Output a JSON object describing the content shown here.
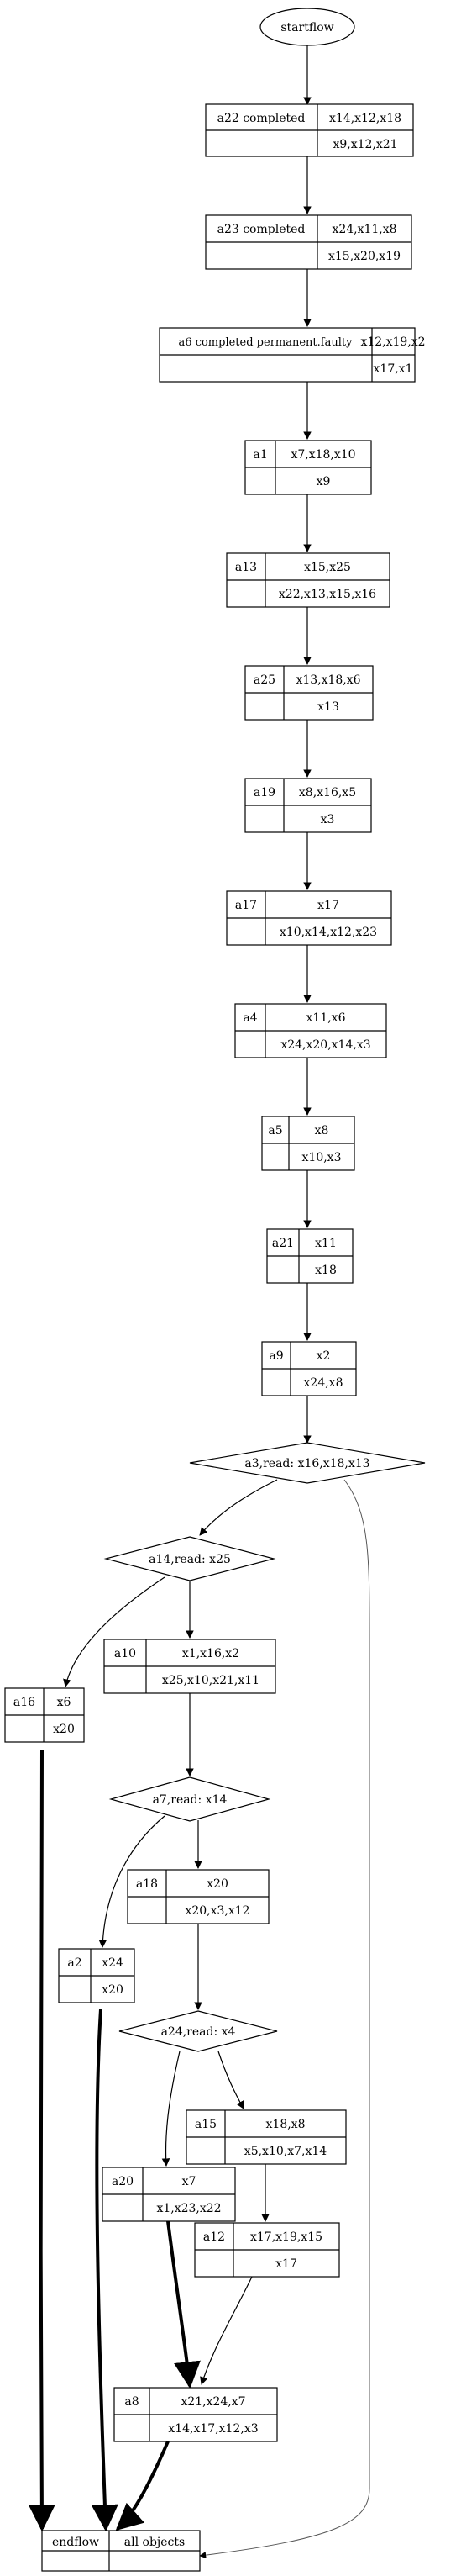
{
  "start_label": "startflow",
  "nodes": {
    "a22": {
      "name": "a22 completed",
      "writes": "x14,x12,x18",
      "reads": "x9,x12,x21"
    },
    "a23": {
      "name": "a23 completed",
      "writes": "x24,x11,x8",
      "reads": "x15,x20,x19"
    },
    "a6": {
      "name": "a6 completed permanent.faulty",
      "writes": "x12,x19,x2",
      "reads": "x17,x1"
    },
    "a1": {
      "name": "a1",
      "writes": "x7,x18,x10",
      "reads": "x9"
    },
    "a13": {
      "name": "a13",
      "writes": "x15,x25",
      "reads": "x22,x13,x15,x16"
    },
    "a25": {
      "name": "a25",
      "writes": "x13,x18,x6",
      "reads": "x13"
    },
    "a19": {
      "name": "a19",
      "writes": "x8,x16,x5",
      "reads": "x3"
    },
    "a17": {
      "name": "a17",
      "writes": "x17",
      "reads": "x10,x14,x12,x23"
    },
    "a4": {
      "name": "a4",
      "writes": "x11,x6",
      "reads": "x24,x20,x14,x3"
    },
    "a5": {
      "name": "a5",
      "writes": "x8",
      "reads": "x10,x3"
    },
    "a21": {
      "name": "a21",
      "writes": "x11",
      "reads": "x18"
    },
    "a9": {
      "name": "a9",
      "writes": "x2",
      "reads": "x24,x8"
    },
    "a10": {
      "name": "a10",
      "writes": "x1,x16,x2",
      "reads": "x25,x10,x21,x11"
    },
    "a16": {
      "name": "a16",
      "writes": "x6",
      "reads": "x20"
    },
    "a18": {
      "name": "a18",
      "writes": "x20",
      "reads": "x20,x3,x12"
    },
    "a2": {
      "name": "a2",
      "writes": "x24",
      "reads": "x20"
    },
    "a15": {
      "name": "a15",
      "writes": "x18,x8",
      "reads": "x5,x10,x7,x14"
    },
    "a20": {
      "name": "a20",
      "writes": "x7",
      "reads": "x1,x23,x22"
    },
    "a12": {
      "name": "a12",
      "writes": "x17,x19,x15",
      "reads": "x17"
    },
    "a8": {
      "name": "a8",
      "writes": "x21,x24,x7",
      "reads": "x14,x17,x12,x3"
    }
  },
  "decisions": {
    "a3": "a3,read: x16,x18,x13",
    "a14": "a14,read: x25",
    "a7": "a7,read: x14",
    "a24": "a24,read: x4"
  },
  "end": {
    "name": "endflow",
    "label": "all objects"
  }
}
